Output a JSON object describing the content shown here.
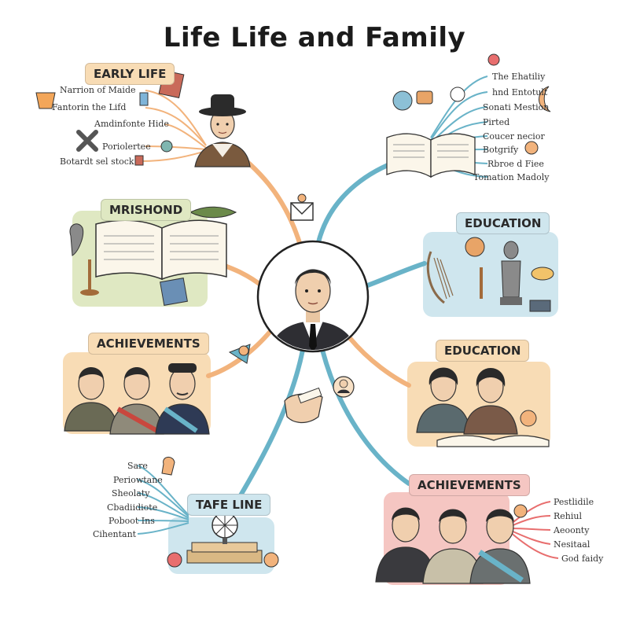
{
  "title": "Life Life and Family",
  "colors": {
    "orange": "#f2b37c",
    "teal": "#69b3c8",
    "green_panel": "#dfe8c2",
    "blue_panel": "#cfe6ee",
    "peach_panel": "#f8dcb5",
    "pink_panel": "#f5c6c2",
    "suit": "#2e2e33"
  },
  "branches": {
    "early_life": {
      "label": "EARLY LIFE",
      "items": [
        "Narrion of Maide",
        "Fantorin the Lifd",
        "Amdinfonte Hide",
        "Poriolertee",
        "Botardt sel stock"
      ]
    },
    "mrishond": {
      "label": "MRISHOND"
    },
    "achievements_left": {
      "label": "ACHIEVEMENTS"
    },
    "timeline": {
      "label": "TAFE LINE",
      "items": [
        "Sare",
        "Periowtane",
        "Sheolaty",
        "Cbadiidiote",
        "Poboot Ins",
        "Cihentant"
      ]
    },
    "book_top_right": {
      "items": [
        "The Ehatiliy",
        "hnd Entotult",
        "Sonati Mestion",
        "Pirted",
        "Coucer necior",
        "Botgrify",
        "Rbroe d Fiee",
        "Tomation Madoly"
      ]
    },
    "education_top": {
      "label": "EDUCATION"
    },
    "education_mid": {
      "label": "EDUCATION"
    },
    "achievements_right": {
      "label": "ACHIEVEMENTS",
      "items": [
        "Pestlidile",
        "Rehiul",
        "Aeoonty",
        "Nesitaal",
        "God faidy"
      ]
    }
  }
}
